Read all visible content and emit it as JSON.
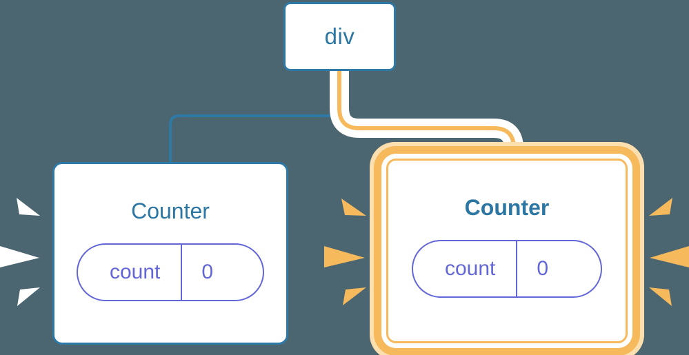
{
  "diagram": {
    "type": "component-tree",
    "background_color": "#4c6671",
    "nodes": [
      {
        "id": "div",
        "label": "div",
        "kind": "html-element",
        "highlighted": false,
        "border_color": "#2e79a6"
      },
      {
        "id": "counter-left",
        "label": "Counter",
        "kind": "component",
        "highlighted": false,
        "border_color": "#2e79a6",
        "state": {
          "name": "count",
          "value": "0",
          "color": "#6366d8"
        }
      },
      {
        "id": "counter-right",
        "label": "Counter",
        "kind": "component",
        "highlighted": true,
        "border_color": "#f6b95c",
        "state": {
          "name": "count",
          "value": "0",
          "color": "#6366d8"
        }
      }
    ],
    "edges": [
      {
        "from": "div",
        "to": "counter-left",
        "color": "#2e79a6",
        "highlighted": false
      },
      {
        "from": "div",
        "to": "counter-right",
        "color": "#f6b95c",
        "highlighted": true
      }
    ],
    "sparkles": [
      {
        "group": "left-of-counter-left",
        "color": "#ffffff",
        "count": 3,
        "direction": "right"
      },
      {
        "group": "right-of-counter-left",
        "color": "#f6b95c",
        "count": 3,
        "direction": "right"
      },
      {
        "group": "right-of-counter-right",
        "color": "#f6b95c",
        "count": 3,
        "direction": "left"
      }
    ],
    "accent_color": "#f6b95c",
    "primary_color": "#2e79a6",
    "state_color": "#6366d8"
  }
}
